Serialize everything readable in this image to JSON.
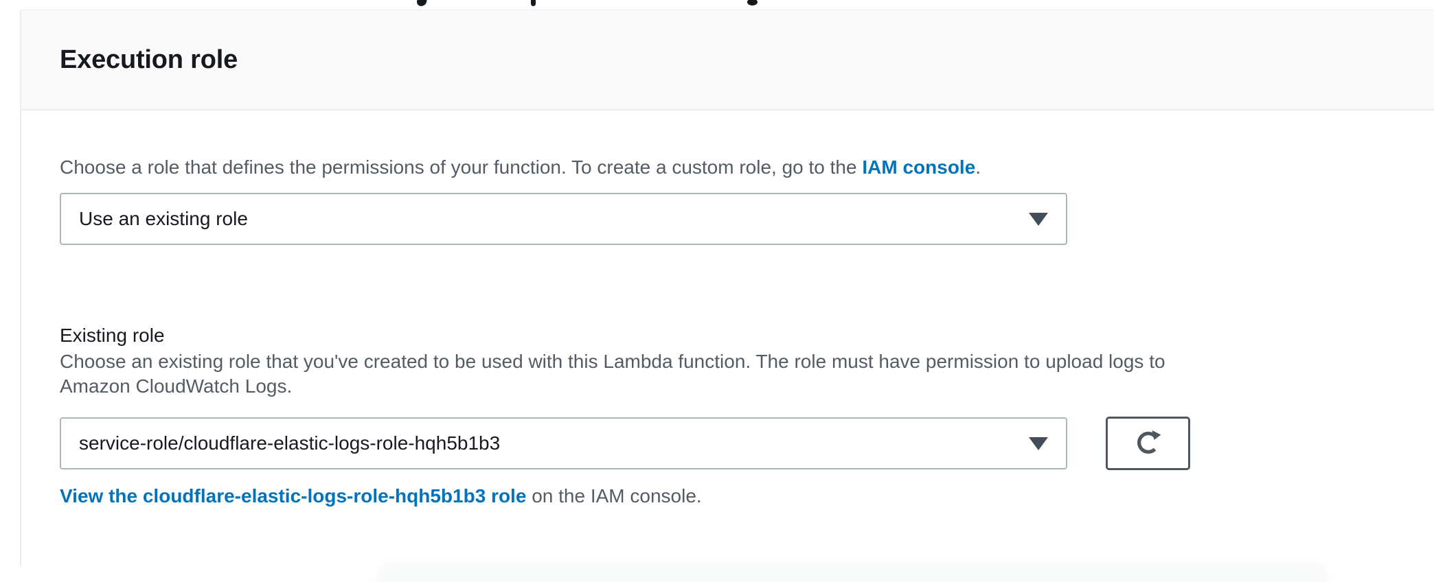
{
  "panel": {
    "title": "Execution role",
    "description": {
      "before_link": "Choose a role that defines the permissions of your function. To create a custom role, go to the ",
      "link": "IAM console",
      "after_link": "."
    },
    "role_type_select": {
      "value": "Use an existing role"
    },
    "existing_role": {
      "label": "Existing role",
      "help": "Choose an existing role that you've created to be used with this Lambda function. The role must have permission to upload logs to\nAmazon CloudWatch Logs.",
      "select_value": "service-role/cloudflare-elastic-logs-role-hqh5b1b3",
      "view_link": "View the cloudflare-elastic-logs-role-hqh5b1b3 role",
      "view_suffix": " on the IAM console."
    }
  },
  "colors": {
    "link_blue": "#0073bb",
    "text_dark": "#16191f",
    "text_muted": "#545b64",
    "select_border": "#aab7b8",
    "button_border": "#50565e",
    "panel_border": "#eaeded",
    "header_bg": "#fafafa"
  }
}
